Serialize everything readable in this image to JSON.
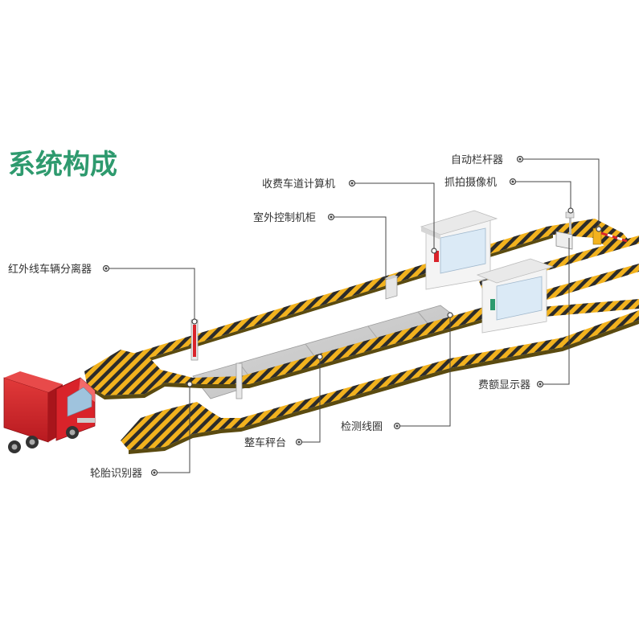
{
  "title": "系统构成",
  "colors": {
    "title": "#2e9a6e",
    "stripe_yellow": "#f2b21e",
    "stripe_black": "#2b2b2b",
    "truck_red": "#d9232a",
    "platform": "#cfcfcf",
    "booth_wall": "#f4f4f4",
    "booth_window": "#dbeaf6"
  },
  "labels": {
    "barrier_gate": "自动栏杆器",
    "snapshot_camera": "抓拍摄像机",
    "lane_computer": "收费车道计算机",
    "outdoor_cabinet": "室外控制机柜",
    "infrared_separator": "红外线车辆分离器",
    "fee_display": "费额显示器",
    "detection_coil": "检测线圈",
    "weighing_platform": "整车秤台",
    "tire_recognizer": "轮胎识别器"
  }
}
